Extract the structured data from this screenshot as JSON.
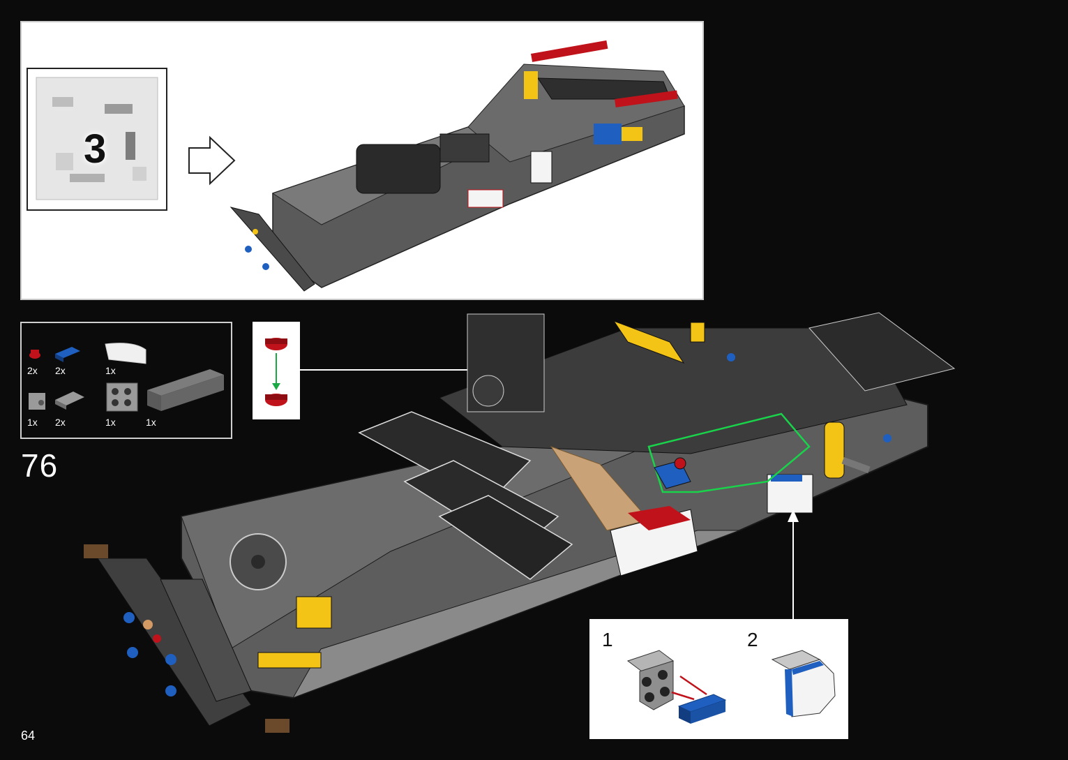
{
  "overview": {
    "bag_number": "3"
  },
  "parts_list": [
    {
      "qty": "2x",
      "icon": "red-round-plate"
    },
    {
      "qty": "2x",
      "icon": "blue-plate-1x2"
    },
    {
      "qty": "1x",
      "icon": "white-curved-slope"
    },
    {
      "qty": "1x",
      "icon": "grey-bracket-small"
    },
    {
      "qty": "2x",
      "icon": "grey-plate-1x2"
    },
    {
      "qty": "1x",
      "icon": "grey-bracket-2x2"
    },
    {
      "qty": "1x",
      "icon": "grey-brick-1x6"
    }
  ],
  "step": {
    "number": "76"
  },
  "sub_assembly": {
    "step1_label": "1",
    "step2_label": "2"
  },
  "page": {
    "number": "64"
  },
  "colors": {
    "background": "#0b0b0b",
    "highlight_green": "#19d44a",
    "red": "#c0121a",
    "blue": "#1f5fbf",
    "yellow": "#f3c316"
  }
}
